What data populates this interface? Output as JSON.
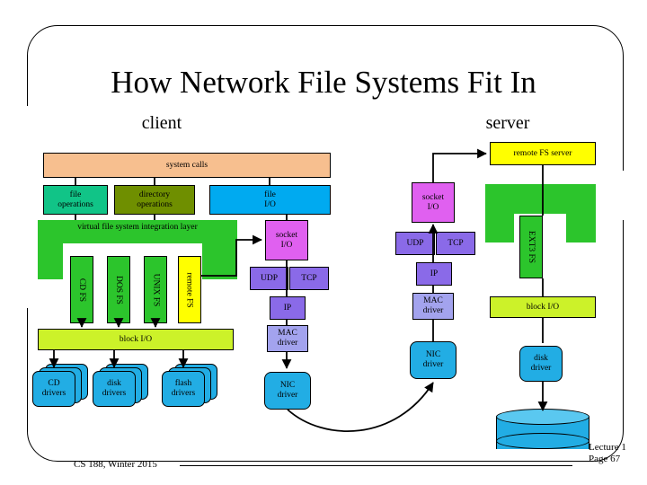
{
  "slide": {
    "title": "How Network File Systems Fit In",
    "client_label": "client",
    "server_label": "server"
  },
  "footer": {
    "course": "CS 188, Winter 2015",
    "lecture": "Lecture 1",
    "page": "Page 67"
  },
  "client": {
    "system_calls": "system calls",
    "file_operations": "file\noperations",
    "directory_operations": "directory\noperations",
    "file_io": "file\nI/O",
    "vfs_layer": "virtual file system integration layer",
    "fs_modules": [
      {
        "label": "CD FS",
        "color": "#2cc52c"
      },
      {
        "label": "DOS FS",
        "color": "#2cc52c"
      },
      {
        "label": "UNIX FS",
        "color": "#2cc52c"
      },
      {
        "label": "remote FS",
        "color": "#ffff00"
      }
    ],
    "block_io": "block I/O",
    "drivers": [
      {
        "label": "CD\ndrivers"
      },
      {
        "label": "disk\ndrivers"
      },
      {
        "label": "flash\ndrivers"
      }
    ],
    "net_stack": {
      "socket_io": "socket\nI/O",
      "udp": "UDP",
      "tcp": "TCP",
      "ip": "IP",
      "mac_driver": "MAC\ndriver",
      "nic_driver": "NIC\ndriver"
    }
  },
  "server": {
    "remote_fs_server": "remote FS server",
    "net_stack": {
      "socket_io": "socket\nI/O",
      "udp": "UDP",
      "tcp": "TCP",
      "ip": "IP",
      "mac_driver": "MAC\ndriver",
      "nic_driver": "NIC\ndriver"
    },
    "ext3_fs": "EXT3 FS",
    "block_io": "block I/O",
    "disk_driver": "disk\ndriver"
  },
  "colors": {
    "system_calls": "#f7bf8f",
    "file_operations": "#11c487",
    "directory_operations": "#6f8f00",
    "file_io": "#00aaf0",
    "vfs_green": "#2cc52c",
    "remote_fs_yellow": "#ffff00",
    "block_io_green": "#ccf229",
    "socket_io_magenta": "#e060f0",
    "transport_purple": "#8a6ae8",
    "mac_periwinkle": "#a3a3ee",
    "nic_cyan": "#22ade4",
    "disk_cyan": "#22ade4",
    "disk_top_cyan": "#5ac8f0"
  }
}
